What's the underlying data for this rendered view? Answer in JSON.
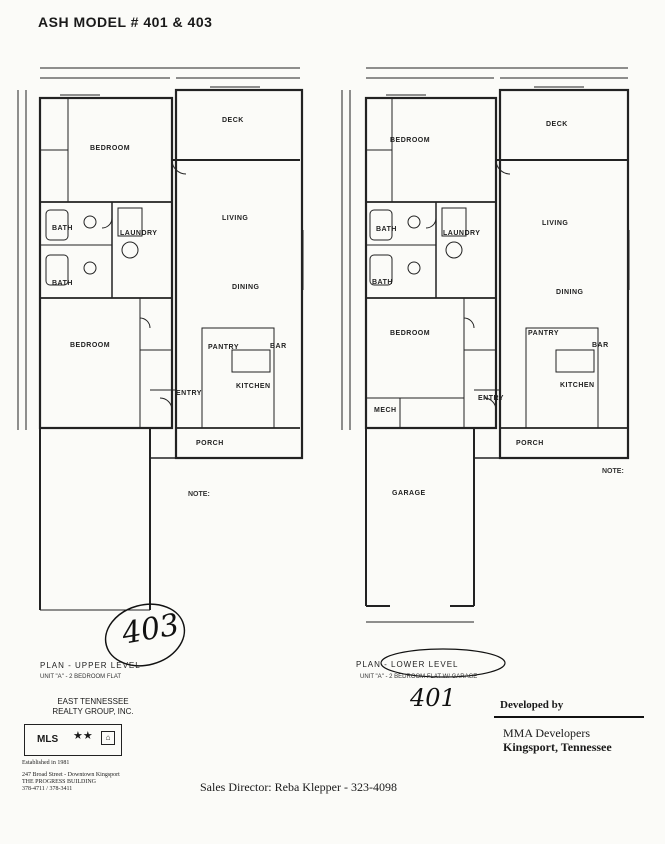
{
  "title": "ASH MODEL # 401 & 403",
  "rooms": {
    "deck": "DECK",
    "bedroom": "BEDROOM",
    "living": "LIVING",
    "dining": "DINING",
    "bath": "BATH",
    "laundry": "LAUNDRY",
    "kitchen": "KITCHEN",
    "entry": "ENTRY",
    "porch": "PORCH",
    "pantry": "PANTRY",
    "bar": "BAR",
    "garage": "GARAGE",
    "mech": "MECH"
  },
  "upper_plan": {
    "label": "PLAN - UPPER LEVEL",
    "sub": "UNIT \"A\" - 2 BEDROOM FLAT",
    "handwritten": "403",
    "note_title": "NOTE:"
  },
  "lower_plan": {
    "label": "PLAN - LOWER LEVEL",
    "sub": "UNIT \"A\" - 2 BEDROOM FLAT W/ GARAGE",
    "handwritten": "401",
    "note_title": "NOTE:"
  },
  "footer": {
    "company_line1": "EAST TENNESSEE",
    "company_line2": "REALTY GROUP, INC.",
    "mls": "MLS",
    "established": "Established in 1981",
    "address1": "247 Broad Street - Downtown Kingsport",
    "address2": "THE PROGRESS BUILDING",
    "phones": "378-4711 / 378-3411",
    "developed_by": "Developed by",
    "developer": "MMA Developers",
    "developer_city": "Kingsport, Tennessee",
    "sales": "Sales Director:   Reba Klepper   -   323-4098"
  }
}
